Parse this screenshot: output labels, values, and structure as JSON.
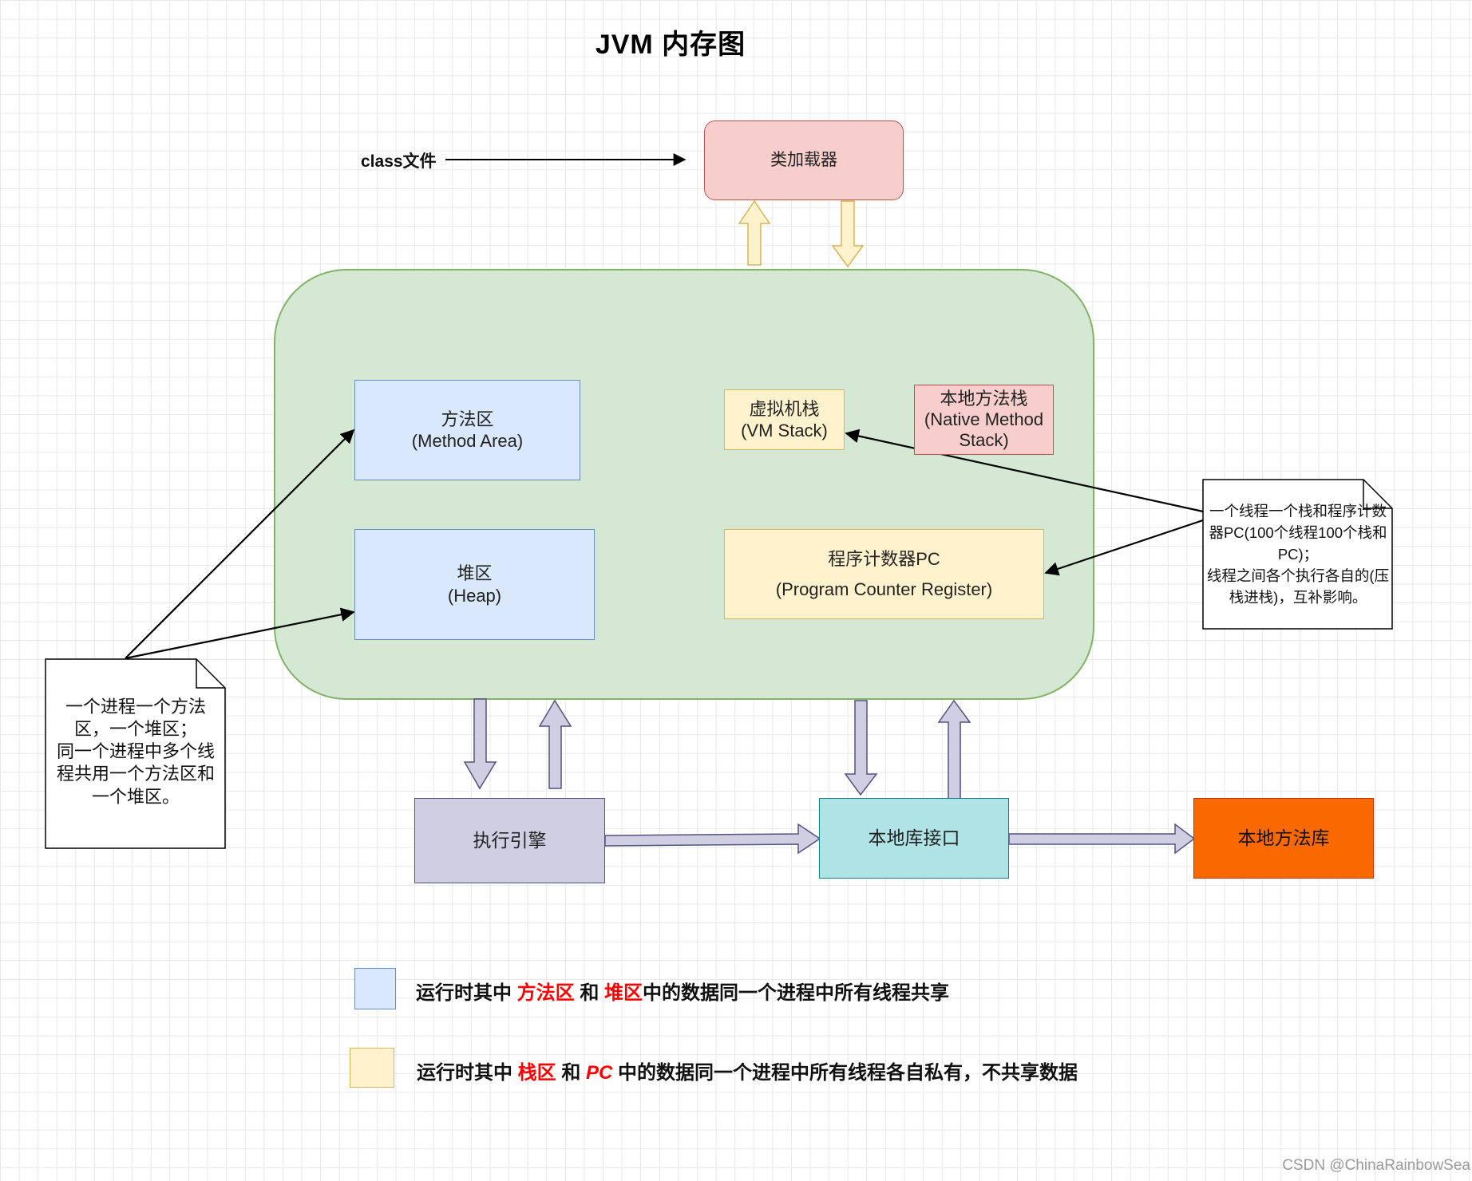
{
  "title": "JVM 内存图",
  "input": {
    "label": "class文件"
  },
  "nodes": {
    "class_loader": "类加载器",
    "method_area": {
      "line1": "方法区",
      "line2": "(Method Area)"
    },
    "heap": {
      "line1": "堆区",
      "line2": "(Heap)"
    },
    "vm_stack": {
      "line1": "虚拟机栈",
      "line2": "(VM Stack)"
    },
    "native_method_stack": {
      "line1": "本地方法栈",
      "line2": "(Native Method",
      "line3": "Stack)"
    },
    "program_counter": {
      "line1": "程序计数器PC",
      "line2": "(Program Counter Register)"
    },
    "execution_engine": "执行引擎",
    "native_interface": "本地库接口",
    "native_library": "本地方法库"
  },
  "notes": {
    "left": [
      "一个进程一个方法",
      "区，一个堆区；",
      "同一个进程中多个线",
      "程共用一个方法区和",
      "一个堆区。"
    ],
    "right": [
      "一个线程一个栈和程序计数",
      "器PC(100个线程100个栈和",
      "PC)；",
      "线程之间各个执行各自的(压",
      "栈进栈)，互补影响。"
    ]
  },
  "legend": {
    "shared": {
      "prefix": "运行时其中 ",
      "highlight1": "方法区",
      "middle": " 和 ",
      "highlight2": "堆区",
      "suffix": "中的数据同一个进程中所有线程共享"
    },
    "private": {
      "prefix": "运行时其中 ",
      "highlight1": "栈区",
      "middle": " 和 ",
      "highlight2": "PC",
      "suffix": " 中的数据同一个进程中所有线程各自私有，不共享数据"
    }
  },
  "watermark": "CSDN @ChinaRainbowSea",
  "colors": {
    "runtime_area_fill": "#d5e8d4",
    "runtime_area_stroke": "#82b366",
    "shared_fill": "#dae8fc",
    "shared_stroke": "#6c8ebf",
    "private_fill": "#fff2cc",
    "private_stroke": "#d6b656",
    "loader_fill": "#f8cecc",
    "loader_stroke": "#b85450",
    "engine_fill": "#d0cee2",
    "engine_stroke": "#56517e",
    "interface_fill": "#b0e3e6",
    "interface_stroke": "#0e8088",
    "library_fill": "#fa6800",
    "library_stroke": "#c73500",
    "highlight_text": "#ff0000"
  }
}
